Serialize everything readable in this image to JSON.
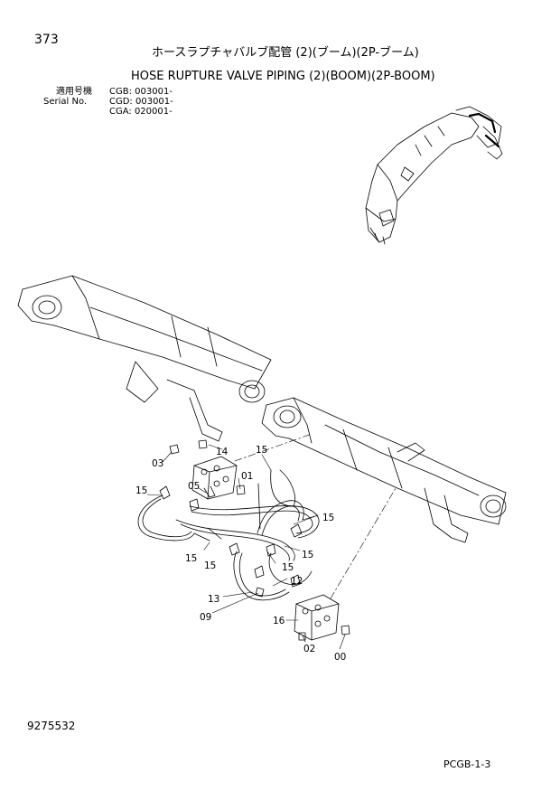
{
  "header": {
    "page_number": "373",
    "title_jp": "ホースラプチャバルブ配管 (2)(ブーム)(2P-ブーム)",
    "title_en": "HOSE RUPTURE VALVE PIPING (2)(BOOM)(2P-BOOM)"
  },
  "serial": {
    "label_jp": "適用号機",
    "label_en": "Serial No.",
    "entries": [
      "CGB: 003001-",
      "CGD: 003001-",
      "CGA: 020001-"
    ]
  },
  "callouts": {
    "c14": "14",
    "c03": "03",
    "c01": "01",
    "c05": "05",
    "c15a": "15",
    "c15b": "15",
    "c15c": "15",
    "c15d": "15",
    "c15e": "15",
    "c15f": "15",
    "c15g": "15",
    "c12": "12",
    "c13": "13",
    "c09": "09",
    "c16": "16",
    "c02": "02",
    "c00": "00"
  },
  "footer": {
    "drawing_number": "9275532",
    "page_code": "PCGB-1-3"
  }
}
